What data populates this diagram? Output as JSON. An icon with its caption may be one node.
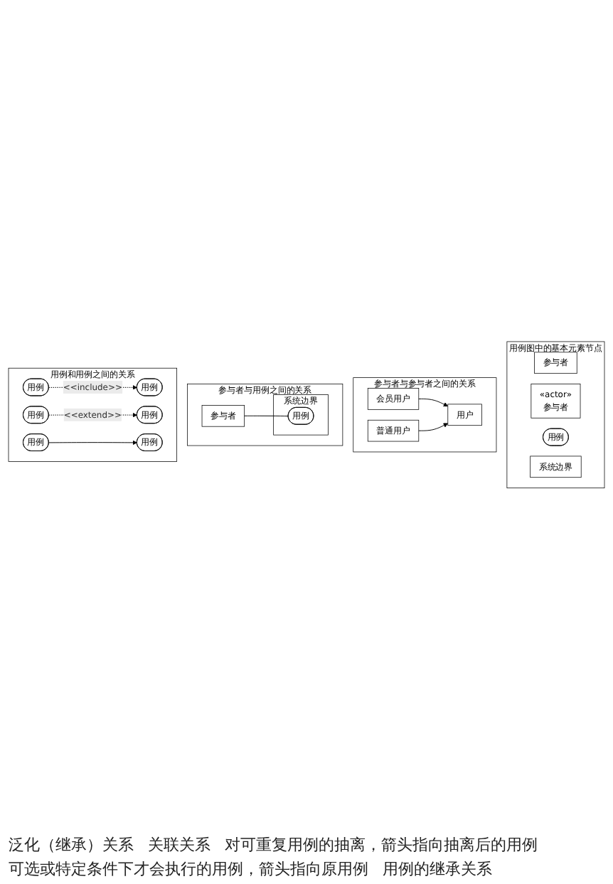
{
  "diagram": {
    "nodes": [
      {
        "text": [
          "用例图中的基本元素节点"
        ]
      },
      {
        "text": [
          "参与者"
        ],
        "in": 0
      },
      {
        "text": [
          "«actor»",
          "参与者"
        ],
        "in": 0
      },
      {
        "text": [
          "用例"
        ],
        "in": 0
      },
      {
        "text": [
          "系统边界"
        ],
        "in": 0
      },
      {
        "text": [
          "参与者与参与者之间的关系"
        ]
      },
      {
        "text": [
          "会员用户"
        ],
        "in": 5
      },
      {
        "text": [
          "普通用户"
        ],
        "in": 5
      },
      {
        "text": [
          "用户"
        ],
        "in": 5
      },
      {
        "text": [
          "参与者与用例之间的关系"
        ]
      },
      {
        "text": [
          "参与者"
        ],
        "in": 9
      },
      {
        "text": [
          "系统边界"
        ],
        "in": 9
      },
      {
        "text": [
          "用例"
        ],
        "in": 11
      },
      {
        "text": [
          "用例和用例之间的关系"
        ]
      },
      {
        "text": [
          "用例"
        ],
        "in": 13
      },
      {
        "text": [
          "用例"
        ],
        "in": 13
      },
      {
        "text": [
          "用例"
        ],
        "in": 13
      },
      {
        "text": [
          "用例"
        ],
        "in": 13
      },
      {
        "text": [
          "用例"
        ],
        "in": 13
      },
      {
        "text": [
          "用例"
        ],
        "in": 13
      }
    ],
    "edges": [
      {
        "from": 6,
        "to": 8,
        "arrow": "to"
      },
      {
        "from": 7,
        "to": 8,
        "arrow": "to"
      },
      {
        "from": 10,
        "to": 12,
        "arrow": "none"
      },
      {
        "from": 14,
        "to": 15,
        "arrow": "to",
        "label": "<<include>>",
        "style": "dashed"
      },
      {
        "from": 17,
        "to": 16,
        "arrow": "to",
        "label": "<<extend>>",
        "style": "dashed"
      },
      {
        "from": 18,
        "to": 19,
        "arrow": "to"
      }
    ],
    "labels": [
      "泛化（继承）关系",
      "关联关系",
      "对可重复用例的抽离，箭头指向抽离后的用例",
      "可选或特定条件下才会执行的用例，箭头指向原用例",
      "用例的继承关系"
    ]
  }
}
